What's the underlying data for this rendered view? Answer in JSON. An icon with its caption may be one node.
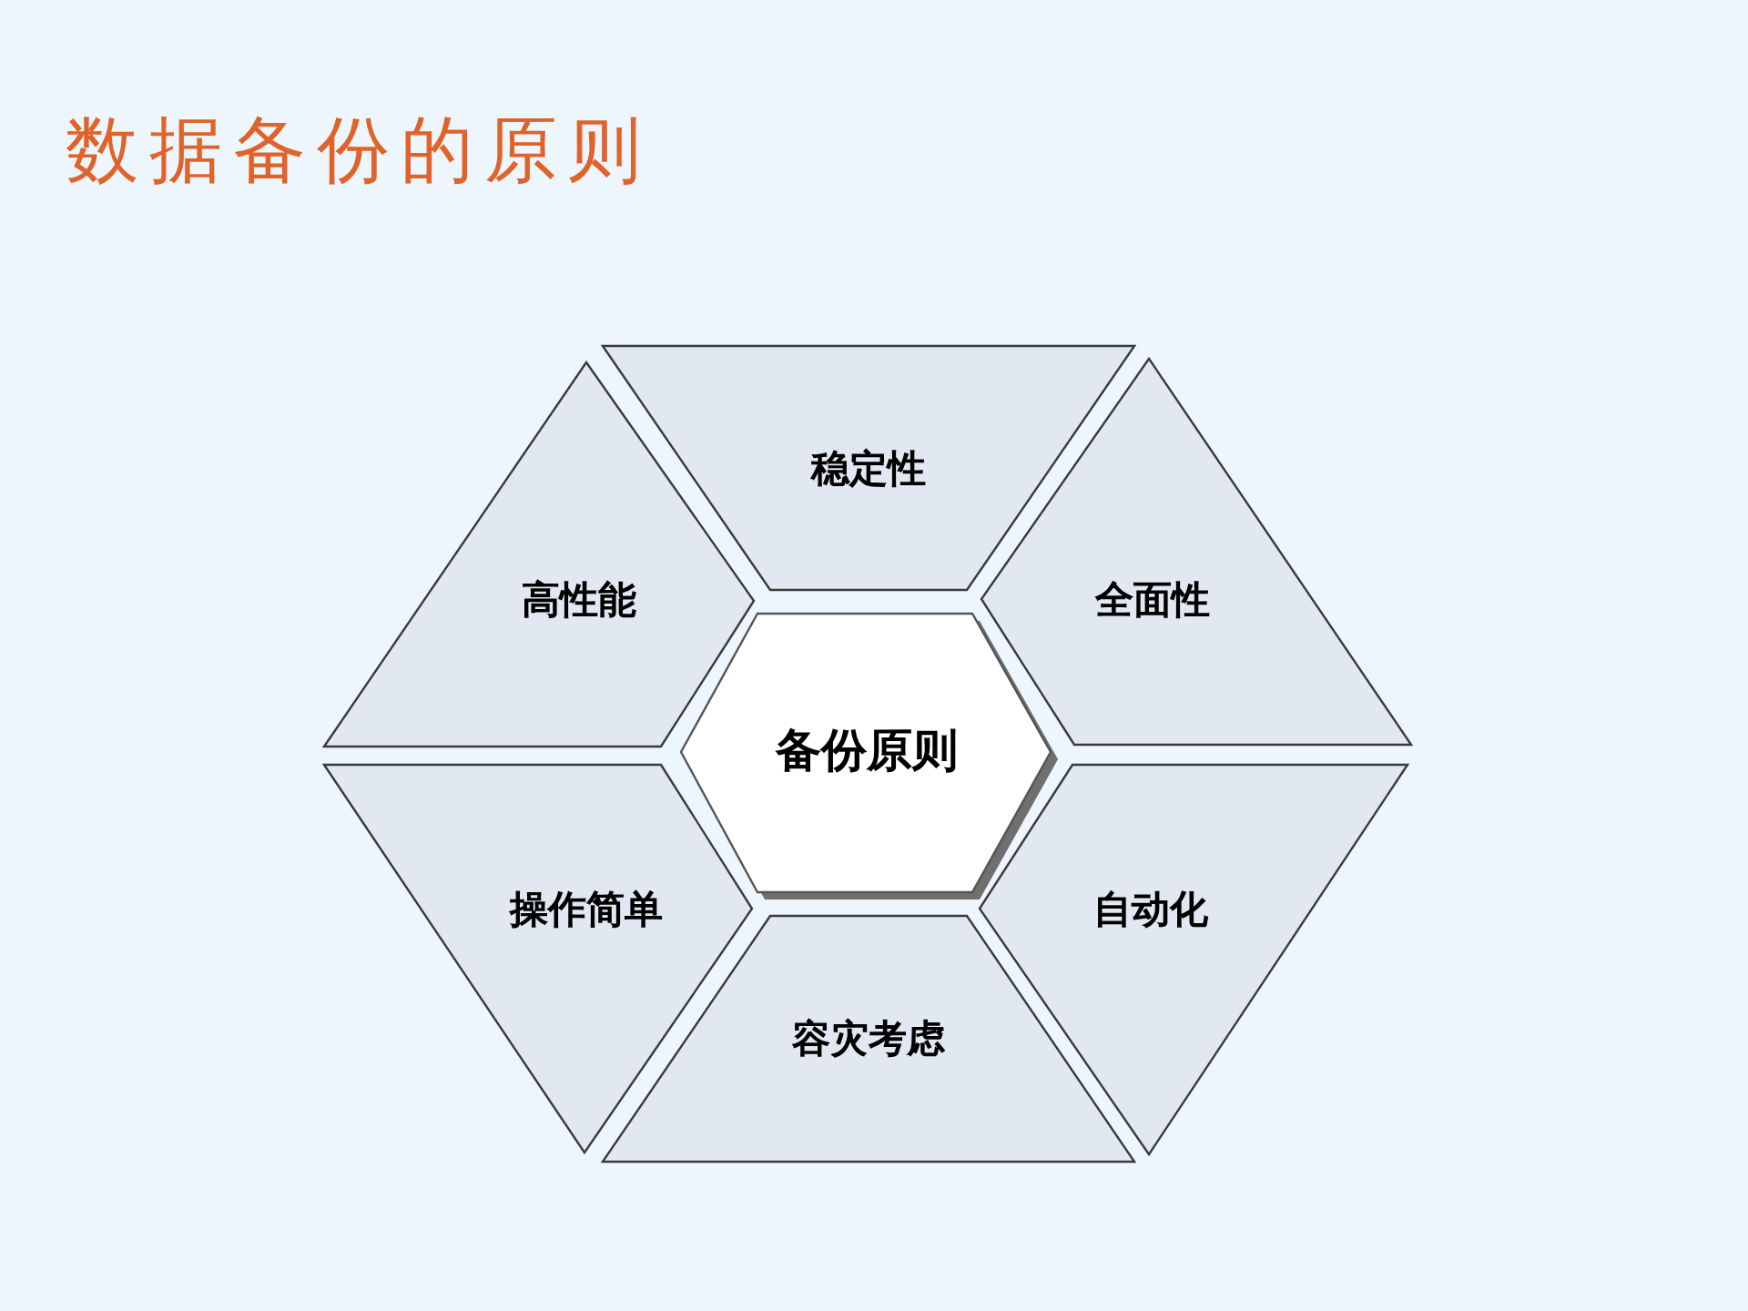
{
  "diagram": {
    "title": "数据备份的原则",
    "nodes": [
      {
        "text": [
          "稳定性"
        ]
      },
      {
        "text": [
          "高性能"
        ]
      },
      {
        "text": [
          "全面性"
        ]
      },
      {
        "text": [
          "备份原则"
        ]
      },
      {
        "text": [
          "操作简单"
        ]
      },
      {
        "text": [
          "自动化"
        ]
      },
      {
        "text": [
          "容灾考虑"
        ]
      }
    ]
  }
}
